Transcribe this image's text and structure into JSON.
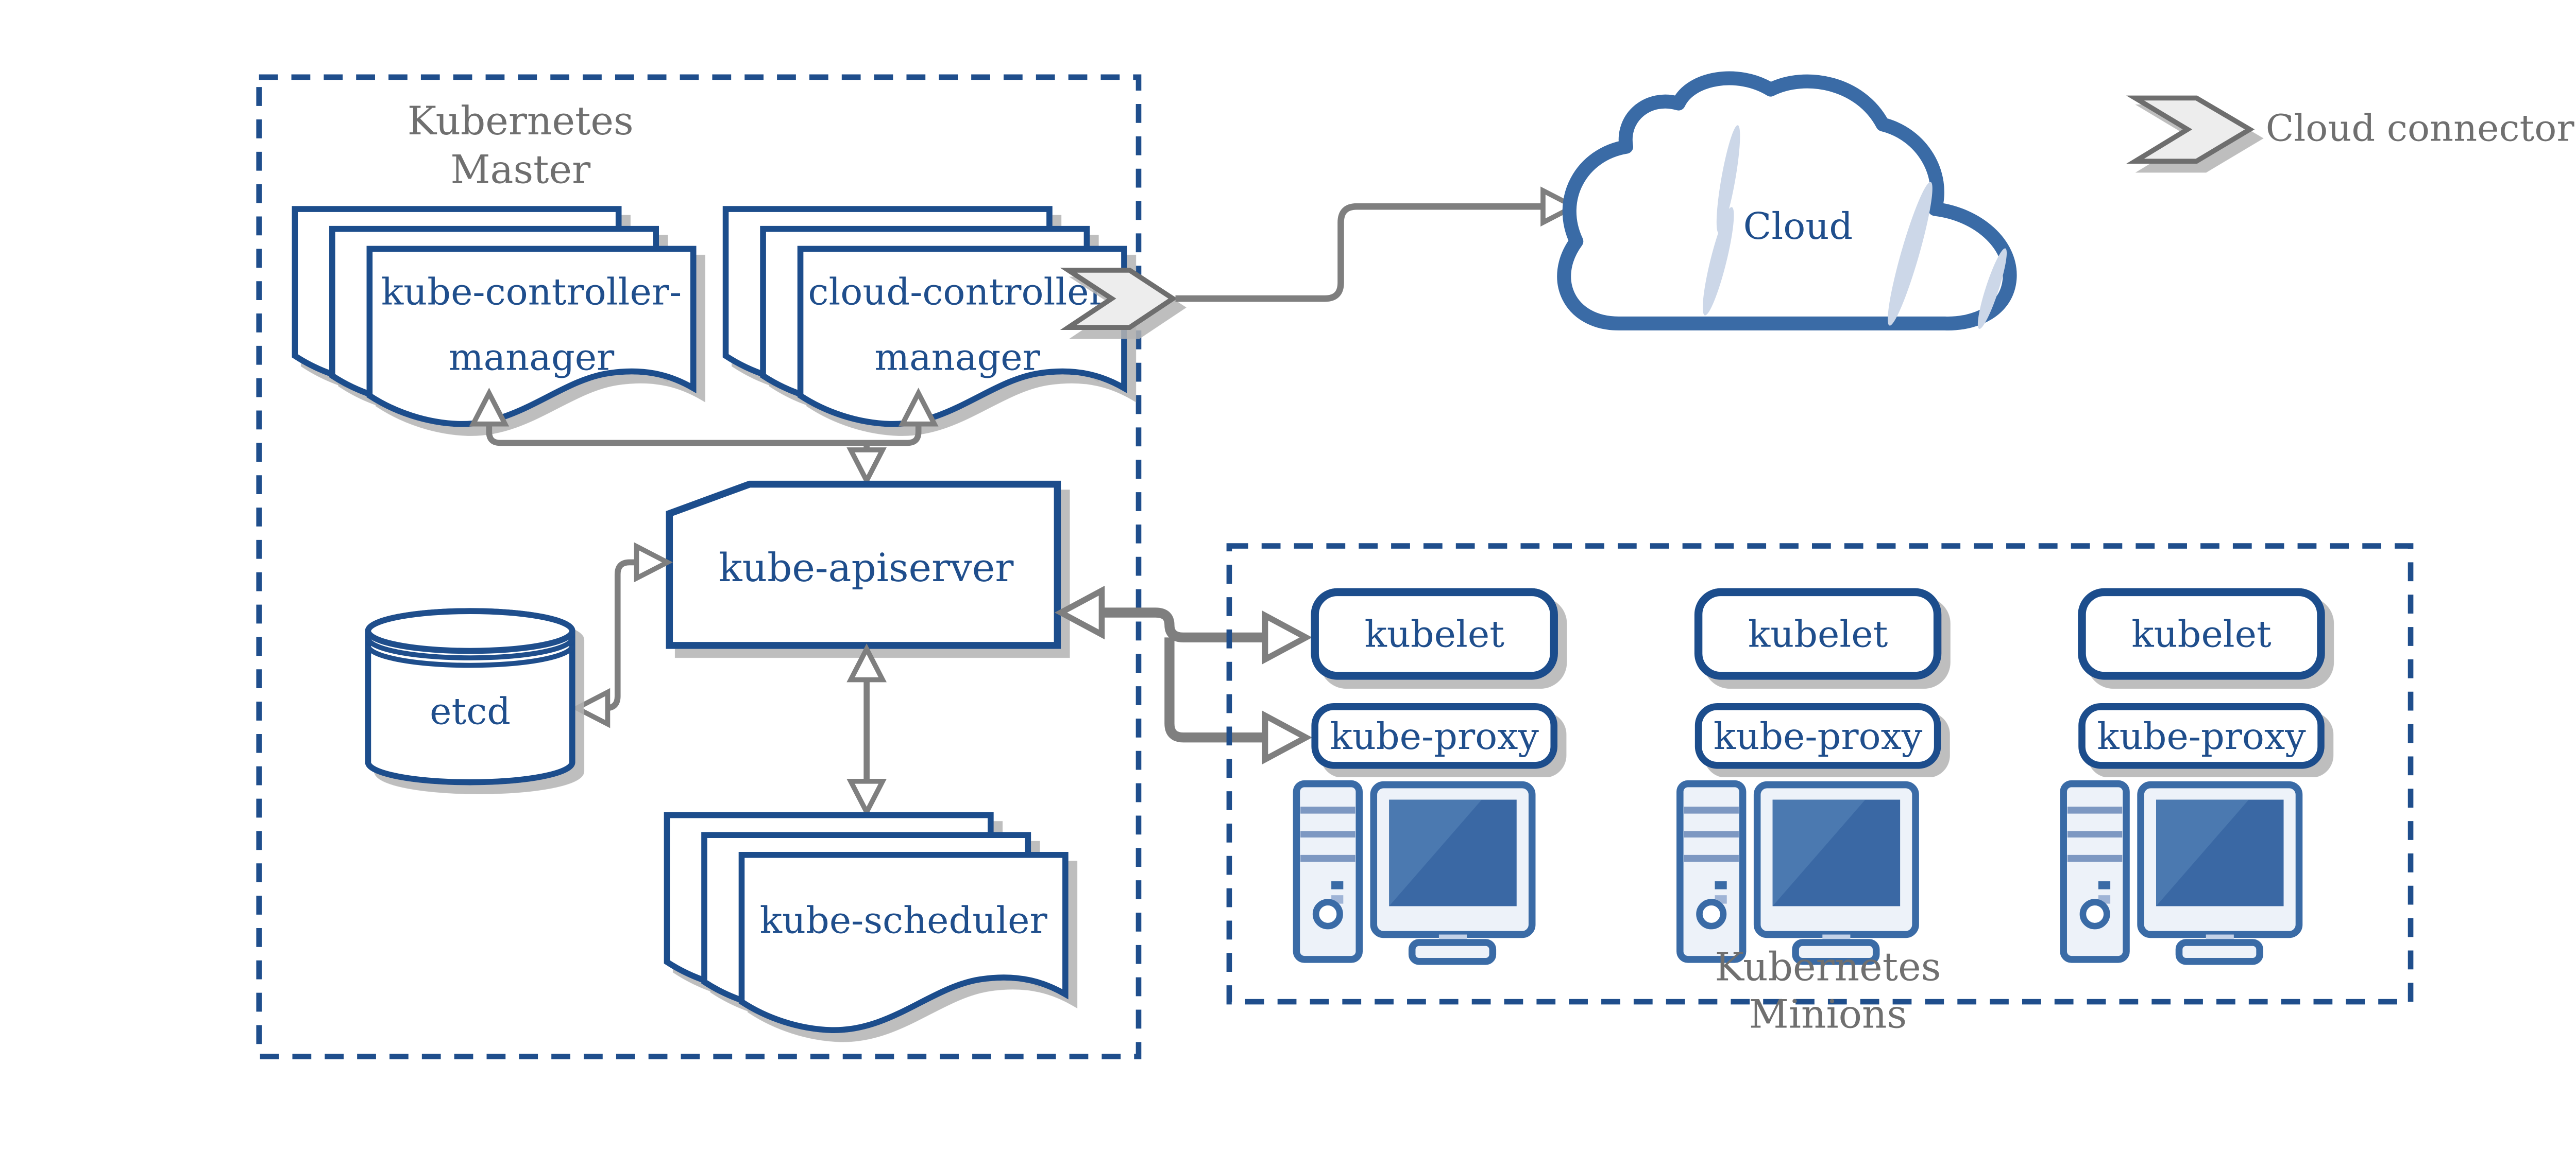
{
  "colors": {
    "primary_blue": "#1f4e8c",
    "light_blue": "#3a6ba6",
    "gray_text": "#6f6f6f",
    "arrow_gray": "#7f7f7f",
    "chevron_fill": "#ededed",
    "chevron_stroke": "#6e6e6e",
    "panel_fill": "#edf2f9",
    "stripe_blue": "#7d98c2",
    "screen_blue": "#3a68a4",
    "screen_highlight": "#4b79b0",
    "sliver_blue": "#ccd7e8",
    "square_light": "#9fb4d6",
    "neck_fill": "#c3d2e8",
    "shadow_gray": "#b3b3b3"
  },
  "master": {
    "title_line1": "Kubernetes",
    "title_line2": "Master",
    "kube_controller_manager_line1": "kube-controller-",
    "kube_controller_manager_line2": "manager",
    "cloud_controller_manager_line1": "cloud-controller",
    "cloud_controller_manager_line2": "manager",
    "kube_apiserver": "kube-apiserver",
    "etcd": "etcd",
    "kube_scheduler": "kube-scheduler"
  },
  "cloud": {
    "label": "Cloud"
  },
  "legend": {
    "icon": "cloud-connector-chevron-icon",
    "label": "Cloud connector"
  },
  "minions": {
    "title_line1": "Kubernetes",
    "title_line2": "Minions",
    "kubelet": "kubelet",
    "kube_proxy": "kube-proxy",
    "node_count": 3
  }
}
